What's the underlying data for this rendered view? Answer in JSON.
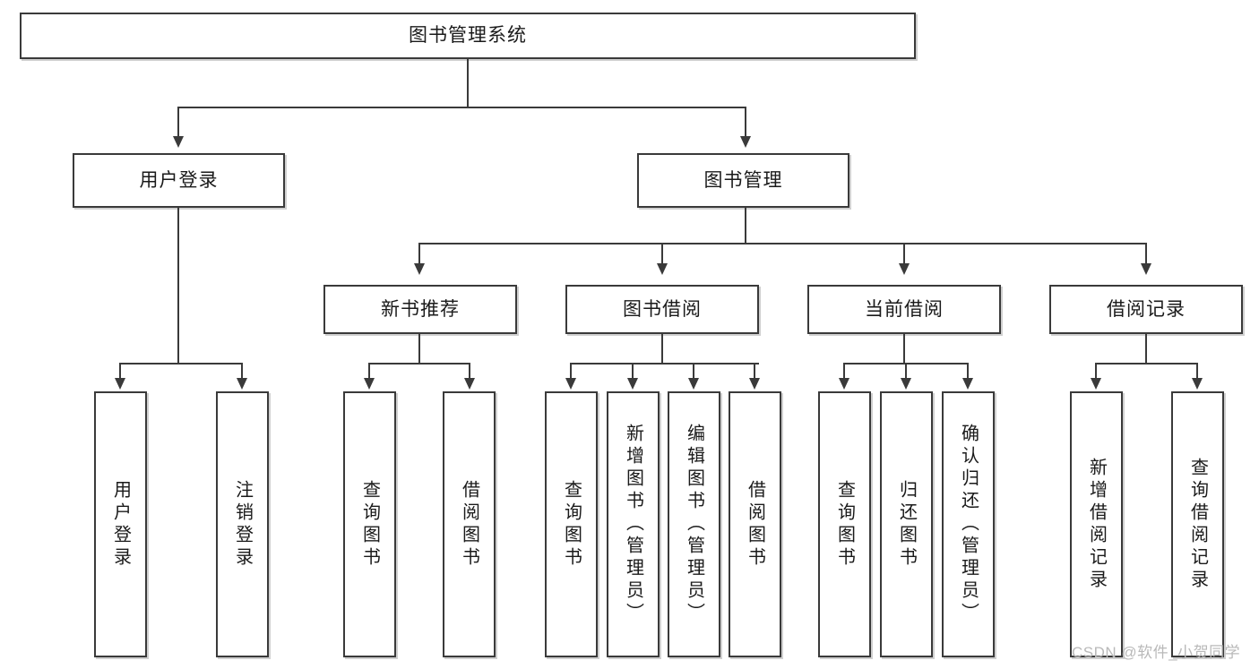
{
  "diagram": {
    "title": "图书管理系统",
    "type": "hierarchy-tree",
    "root": {
      "label": "图书管理系统",
      "children": [
        {
          "label": "用户登录",
          "children": [
            {
              "label": "用户登录"
            },
            {
              "label": "注销登录"
            }
          ]
        },
        {
          "label": "图书管理",
          "children": [
            {
              "label": "新书推荐",
              "children": [
                {
                  "label": "查询图书"
                },
                {
                  "label": "借阅图书"
                }
              ]
            },
            {
              "label": "图书借阅",
              "children": [
                {
                  "label": "查询图书"
                },
                {
                  "label": "新增图书（管理员）"
                },
                {
                  "label": "编辑图书（管理员）"
                },
                {
                  "label": "借阅图书"
                }
              ]
            },
            {
              "label": "当前借阅",
              "children": [
                {
                  "label": "查询图书"
                },
                {
                  "label": "归还图书"
                },
                {
                  "label": "确认归还（管理员）"
                }
              ]
            },
            {
              "label": "借阅记录",
              "children": [
                {
                  "label": "新增借阅记录"
                },
                {
                  "label": "查询借阅记录"
                }
              ]
            }
          ]
        }
      ]
    }
  },
  "nodes": {
    "root": "图书管理系统",
    "l2_user_login": "用户登录",
    "l2_book_manage": "图书管理",
    "l3_new_book": "新书推荐",
    "l3_book_borrow": "图书借阅",
    "l3_current_borrow": "当前借阅",
    "l3_borrow_record": "借阅记录",
    "leaf_user_login": "用户登录",
    "leaf_user_logout": "注销登录",
    "leaf_nb_query": "查询图书",
    "leaf_nb_borrow": "借阅图书",
    "leaf_bb_query": "查询图书",
    "leaf_bb_add": "新增图书（管理员）",
    "leaf_bb_edit": "编辑图书（管理员）",
    "leaf_bb_borrow": "借阅图书",
    "leaf_cb_query": "查询图书",
    "leaf_cb_return": "归还图书",
    "leaf_cb_confirm": "确认归还（管理员）",
    "leaf_br_add": "新增借阅记录",
    "leaf_br_query": "查询借阅记录"
  },
  "watermark": "CSDN @软件_小贺同学",
  "colors": {
    "border": "#3a3a3a",
    "text": "#1a1a1a",
    "background": "#ffffff",
    "watermark": "#b9b9b9"
  }
}
